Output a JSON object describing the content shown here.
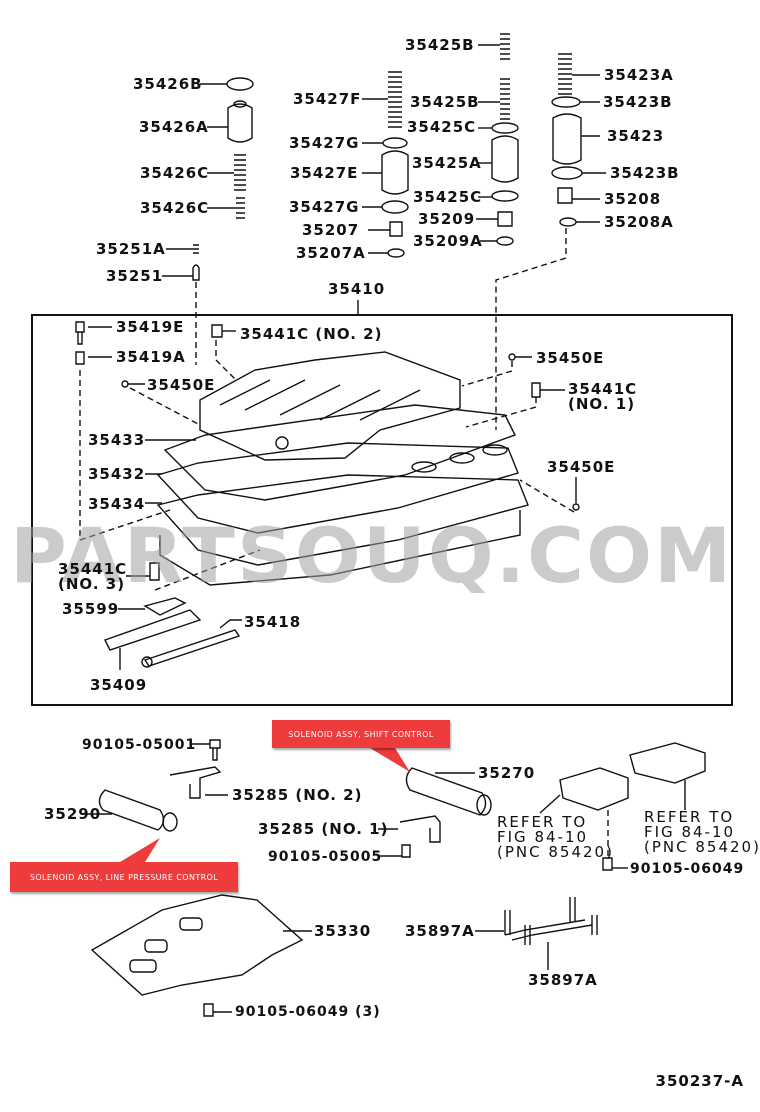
{
  "diagram": {
    "title": "Valve body and strainer parts diagram",
    "figure_id": "350237-A",
    "watermark": "PARTSOUQ.COM",
    "assembly_label": "35410",
    "part_labels": [
      {
        "id": "p35425B_top",
        "text": "35425B"
      },
      {
        "id": "p35423A",
        "text": "35423A"
      },
      {
        "id": "p35426B",
        "text": "35426B"
      },
      {
        "id": "p35427F",
        "text": "35427F"
      },
      {
        "id": "p35425B",
        "text": "35425B"
      },
      {
        "id": "p35423B_top",
        "text": "35423B"
      },
      {
        "id": "p35426A",
        "text": "35426A"
      },
      {
        "id": "p35425C_top",
        "text": "35425C"
      },
      {
        "id": "p35427G_top",
        "text": "35427G"
      },
      {
        "id": "p35423",
        "text": "35423"
      },
      {
        "id": "p35426C_top",
        "text": "35426C"
      },
      {
        "id": "p35427E",
        "text": "35427E"
      },
      {
        "id": "p35425A",
        "text": "35425A"
      },
      {
        "id": "p35423B_bot",
        "text": "35423B"
      },
      {
        "id": "p35425C_bot",
        "text": "35425C"
      },
      {
        "id": "p35208",
        "text": "35208"
      },
      {
        "id": "p35426C_bot",
        "text": "35426C"
      },
      {
        "id": "p35427G_bot",
        "text": "35427G"
      },
      {
        "id": "p35209",
        "text": "35209"
      },
      {
        "id": "p35208A",
        "text": "35208A"
      },
      {
        "id": "p35207",
        "text": "35207"
      },
      {
        "id": "p35209A",
        "text": "35209A"
      },
      {
        "id": "p35207A",
        "text": "35207A"
      },
      {
        "id": "p35251A",
        "text": "35251A"
      },
      {
        "id": "p35251",
        "text": "35251"
      },
      {
        "id": "p35410",
        "text": "35410"
      },
      {
        "id": "p35419E",
        "text": "35419E"
      },
      {
        "id": "p35441C_no2",
        "text": "35441C (NO. 2)"
      },
      {
        "id": "p35419A",
        "text": "35419A"
      },
      {
        "id": "p35450E_r",
        "text": "35450E"
      },
      {
        "id": "p35450E_l",
        "text": "35450E"
      },
      {
        "id": "p35441C_no1",
        "text": "35441C\n(NO. 1)"
      },
      {
        "id": "p35433",
        "text": "35433"
      },
      {
        "id": "p35432",
        "text": "35432"
      },
      {
        "id": "p35450E_m",
        "text": "35450E"
      },
      {
        "id": "p35434",
        "text": "35434"
      },
      {
        "id": "p35441C_no3",
        "text": "35441C\n(NO. 3)"
      },
      {
        "id": "p35599",
        "text": "35599"
      },
      {
        "id": "p35418",
        "text": "35418"
      },
      {
        "id": "p35409",
        "text": "35409"
      },
      {
        "id": "p90105_05001",
        "text": "90105-05001"
      },
      {
        "id": "p35270",
        "text": "35270"
      },
      {
        "id": "p35285_no2",
        "text": "35285 (NO. 2)"
      },
      {
        "id": "p35290",
        "text": "35290"
      },
      {
        "id": "p35285_no1",
        "text": "35285 (NO. 1)"
      },
      {
        "id": "p90105_05005",
        "text": "90105-05005"
      },
      {
        "id": "p_refer1",
        "text": "REFER TO\nFIG 84-10\n(PNC 85420)"
      },
      {
        "id": "p_refer2",
        "text": "REFER TO\nFIG 84-10\n(PNC 85420)"
      },
      {
        "id": "p90105_06049",
        "text": "90105-06049"
      },
      {
        "id": "p35330",
        "text": "35330"
      },
      {
        "id": "p35897A_l",
        "text": "35897A"
      },
      {
        "id": "p35897A_b",
        "text": "35897A"
      },
      {
        "id": "p90105_06049_3",
        "text": "90105-06049 (3)"
      }
    ],
    "callouts": {
      "shift_control": "SOLENOID ASSY, SHIFT CONTROL",
      "line_pressure": "SOLENOID ASSY, LINE PRESSURE CONTROL",
      "color": "#ee3b3b"
    }
  }
}
